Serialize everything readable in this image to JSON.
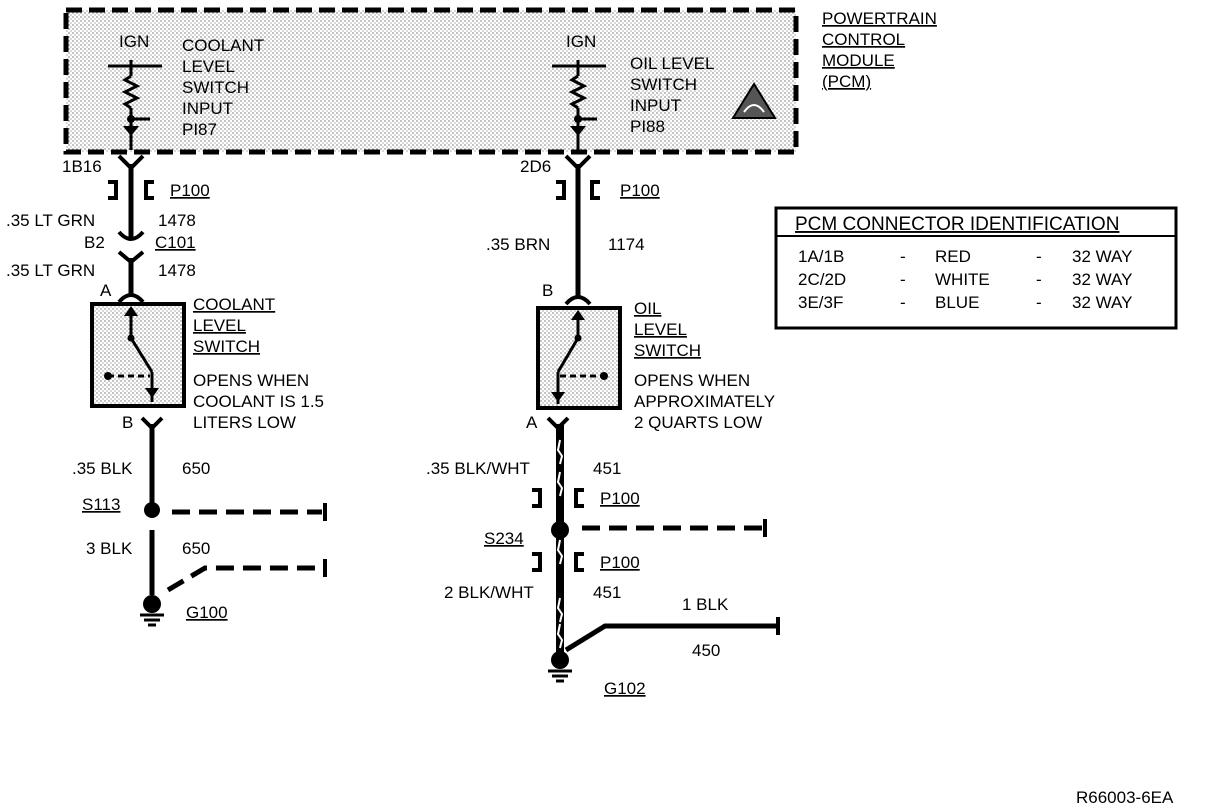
{
  "pcm": {
    "title": [
      "POWERTRAIN",
      "CONTROL",
      "MODULE",
      "(PCM)"
    ],
    "left_ign": "IGN",
    "left_input": [
      "COOLANT",
      "LEVEL",
      "SWITCH",
      "INPUT",
      "PI87"
    ],
    "right_ign": "IGN",
    "right_input": [
      "OIL LEVEL",
      "SWITCH",
      "INPUT",
      "PI88"
    ],
    "left_pin": "1B16",
    "right_pin": "2D6"
  },
  "connector_table": {
    "title": "PCM CONNECTOR IDENTIFICATION",
    "rows": [
      {
        "connector": "1A/1B",
        "color": "RED",
        "size": "32 WAY"
      },
      {
        "connector": "2C/2D",
        "color": "WHITE",
        "size": "32 WAY"
      },
      {
        "connector": "3E/3F",
        "color": "BLUE",
        "size": "32 WAY"
      }
    ],
    "separator": "-"
  },
  "left_circuit": {
    "p100_top": "P100",
    "wire1_gauge": ".35 LT GRN",
    "wire1_circuit": "1478",
    "c101_pin": "B2",
    "c101": "C101",
    "wire2_gauge": ".35 LT GRN",
    "wire2_circuit": "1478",
    "switch_pin_a": "A",
    "switch_name": [
      "COOLANT",
      "LEVEL",
      "SWITCH"
    ],
    "switch_note": [
      "OPENS WHEN",
      "COOLANT IS 1.5",
      "LITERS LOW"
    ],
    "switch_pin_b": "B",
    "wire3_gauge": ".35 BLK",
    "wire3_circuit": "650",
    "splice": "S113",
    "wire4_gauge": "3 BLK",
    "wire4_circuit": "650",
    "ground": "G100"
  },
  "right_circuit": {
    "p100_top": "P100",
    "wire1_gauge": ".35 BRN",
    "wire1_circuit": "1174",
    "switch_pin_b": "B",
    "switch_name": [
      "OIL",
      "LEVEL",
      "SWITCH"
    ],
    "switch_note": [
      "OPENS WHEN",
      "APPROXIMATELY",
      "2 QUARTS LOW"
    ],
    "switch_pin_a": "A",
    "wire2_gauge": ".35 BLK/WHT",
    "wire2_circuit": "451",
    "p100_mid": "P100",
    "splice": "S234",
    "p100_low": "P100",
    "wire3_gauge": "2 BLK/WHT",
    "wire3_circuit": "451",
    "branch_gauge": "1 BLK",
    "branch_circuit": "450",
    "ground": "G102"
  },
  "figure_id": "R66003-6EA"
}
